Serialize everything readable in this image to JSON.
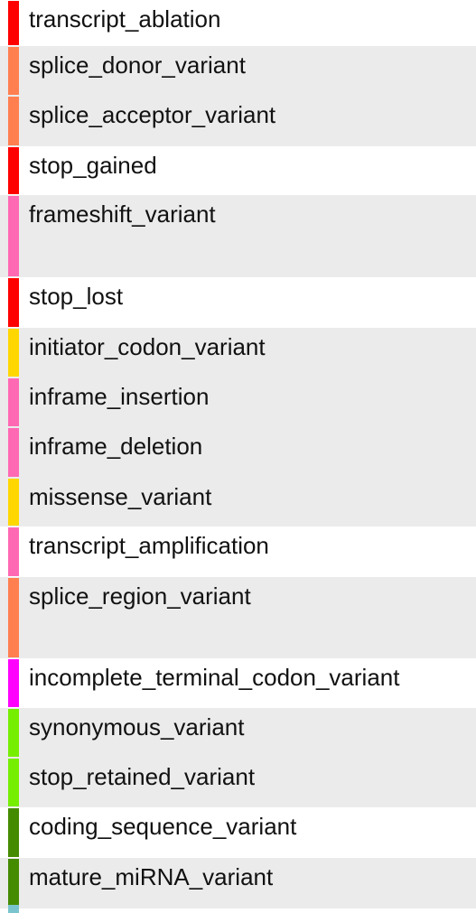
{
  "legend": {
    "rows": [
      {
        "label": "transcript_ablation",
        "color": "#ff0000",
        "shaded": false
      },
      {
        "label": "splice_donor_variant",
        "color": "#ff7f50",
        "shaded": true
      },
      {
        "label": "splice_acceptor_variant",
        "color": "#ff7f50",
        "shaded": true
      },
      {
        "label": "stop_gained",
        "color": "#ff0000",
        "shaded": false
      },
      {
        "label": "frameshift_variant",
        "color": "#ff69b4",
        "shaded": true
      },
      {
        "label": "stop_lost",
        "color": "#ff0000",
        "shaded": false
      },
      {
        "label": "initiator_codon_variant",
        "color": "#ffd700",
        "shaded": true
      },
      {
        "label": "inframe_insertion",
        "color": "#ff69b4",
        "shaded": true
      },
      {
        "label": "inframe_deletion",
        "color": "#ff69b4",
        "shaded": true
      },
      {
        "label": "missense_variant",
        "color": "#ffd700",
        "shaded": true
      },
      {
        "label": "transcript_amplification",
        "color": "#ff69b4",
        "shaded": false
      },
      {
        "label": "splice_region_variant",
        "color": "#ff7f50",
        "shaded": true
      },
      {
        "label": "incomplete_terminal_codon_variant",
        "color": "#ff00ff",
        "shaded": false
      },
      {
        "label": "synonymous_variant",
        "color": "#76ee00",
        "shaded": true
      },
      {
        "label": "stop_retained_variant",
        "color": "#76ee00",
        "shaded": true
      },
      {
        "label": "coding_sequence_variant",
        "color": "#458b00",
        "shaded": false
      },
      {
        "label": "mature_miRNA_variant",
        "color": "#458b00",
        "shaded": true
      }
    ],
    "next_row_color": "#7ac5cd",
    "shaded_background": "#ebebeb"
  }
}
